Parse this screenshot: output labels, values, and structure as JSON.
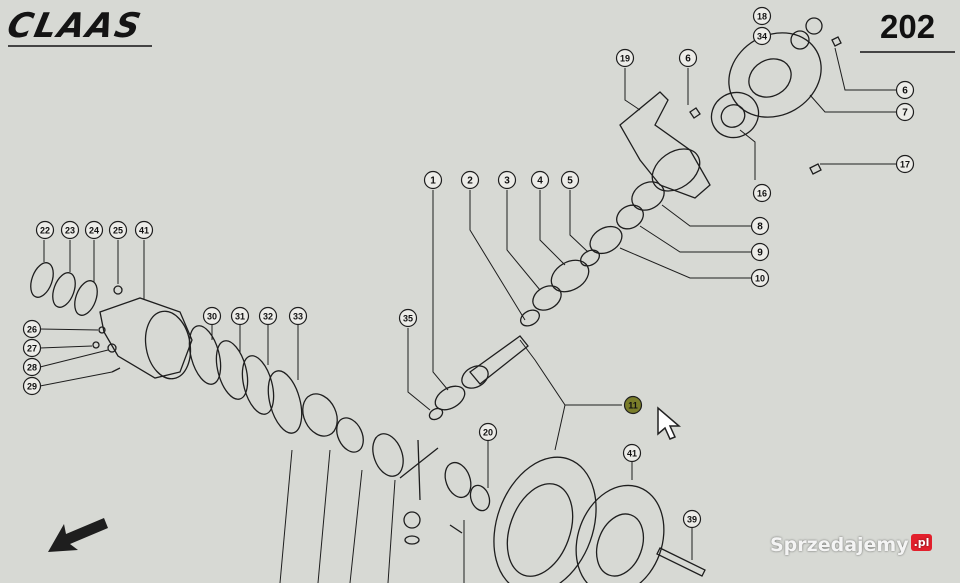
{
  "brand": {
    "text": "CLAAS"
  },
  "page": {
    "number": "202"
  },
  "watermark": {
    "text": "Sprzedajemy",
    "suffix": ".pl"
  },
  "callouts": [
    "1",
    "2",
    "3",
    "4",
    "5",
    "6",
    "6",
    "7",
    "8",
    "9",
    "10",
    "11",
    "16",
    "16",
    "17",
    "18",
    "19",
    "20",
    "22",
    "23",
    "24",
    "25",
    "26",
    "27",
    "28",
    "29",
    "30",
    "31",
    "32",
    "33",
    "34",
    "35",
    "39",
    "41",
    "41"
  ],
  "colors": {
    "background": "#d7d9d4",
    "ink": "#1e1e1e",
    "highlight_callout": "#7a7d2a"
  },
  "icons": {
    "arrow": "arrow-down-left-icon",
    "pointer": "mouse-cursor-icon"
  }
}
